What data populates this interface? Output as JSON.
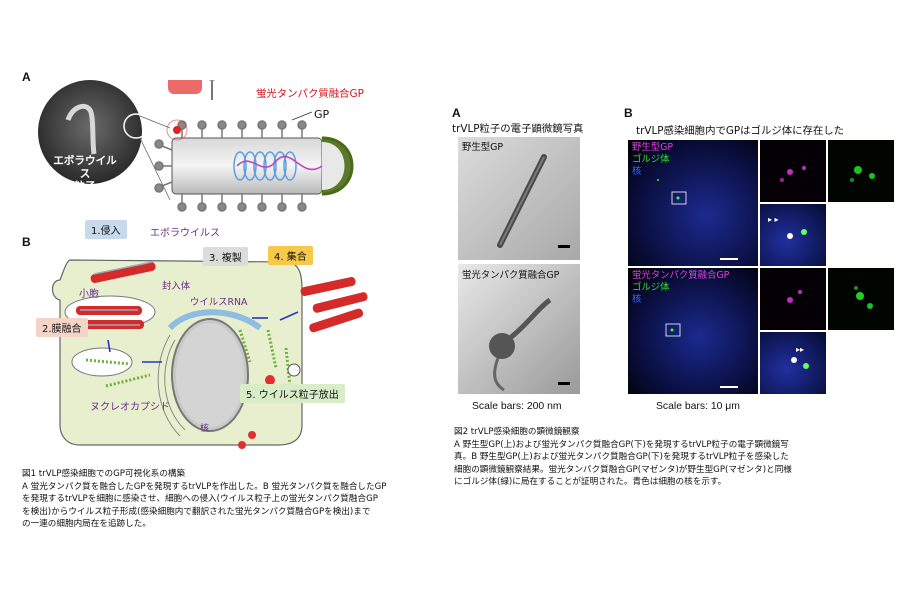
{
  "fig1": {
    "panel_a_letter": "A",
    "panel_b_letter": "B",
    "ebola_particle_label": "エボラウイルス\n粒子",
    "fusion_gp_label": "蛍光タンパク質融合GP",
    "gp_label": "GP",
    "steps": {
      "entry": "1.侵入",
      "fusion": "2.膜融合",
      "replication": "3. 複製",
      "assembly": "4. 集合",
      "release": "5. ウイルス粒子放出"
    },
    "labels": {
      "ebola_virus": "エボラウイルス",
      "vesicle": "小胞",
      "inclusion_body": "封入体",
      "viral_rna": "ウイルスRNA",
      "nucleocapsid": "ヌクレオカプシド",
      "nucleus": "核"
    },
    "caption_title": "図1 trVLP感染細胞でのGP可視化系の構築",
    "caption_lines": [
      "A 蛍光タンパク質を融合したGPを発現するtrVLPを作出した。B 蛍光タンパク質を融合したGP",
      "を発現するtrVLPを細胞に感染させ、細胞への侵入(ウイルス粒子上の蛍光タンパク質融合GP",
      "を検出)からウイルス粒子形成(感染細胞内で翻訳された蛍光タンパク質融合GPを検出)まで",
      "の一連の細胞内局在を追跡した。"
    ]
  },
  "fig2": {
    "panel_a_letter": "A",
    "panel_b_letter": "B",
    "panel_a_title": "trVLP粒子の電子顕微鏡写真",
    "panel_b_title": "trVLP感染細胞内でGPはゴルジ体に存在した",
    "em_top_label": "野生型GP",
    "em_bottom_label": "蛍光タンパク質融合GP",
    "scale_a": "Scale bars: 200 nm",
    "scale_b": "Scale bars: 10 μm",
    "conf_top": {
      "l1": "野生型GP",
      "l2": "ゴルジ体",
      "l3": "核"
    },
    "conf_bottom": {
      "l1": "蛍光タンパク質融合GP",
      "l2": "ゴルジ体",
      "l3": "核"
    },
    "caption_title": "図2 trVLP感染細胞の顕微鏡観察",
    "caption_lines": [
      "A 野生型GP(上)および蛍光タンパク質融合GP(下)を発現するtrVLP粒子の電子顕微鏡写",
      "真。B 野生型GP(上)および蛍光タンパク質融合GP(下)を発現するtrVLP粒子を感染した",
      "細胞の顕微鏡観察結果。蛍光タンパク質融合GP(マゼンタ)が野生型GP(マゼンタ)と同様",
      "にゴルジ体(緑)に局在することが証明された。青色は細胞の核を示す。"
    ]
  },
  "colors": {
    "purple_label": "#6a2c8a",
    "red_label": "#d4141e",
    "magenta": "#e040e0",
    "green": "#30e030",
    "blue": "#3a50e0"
  }
}
